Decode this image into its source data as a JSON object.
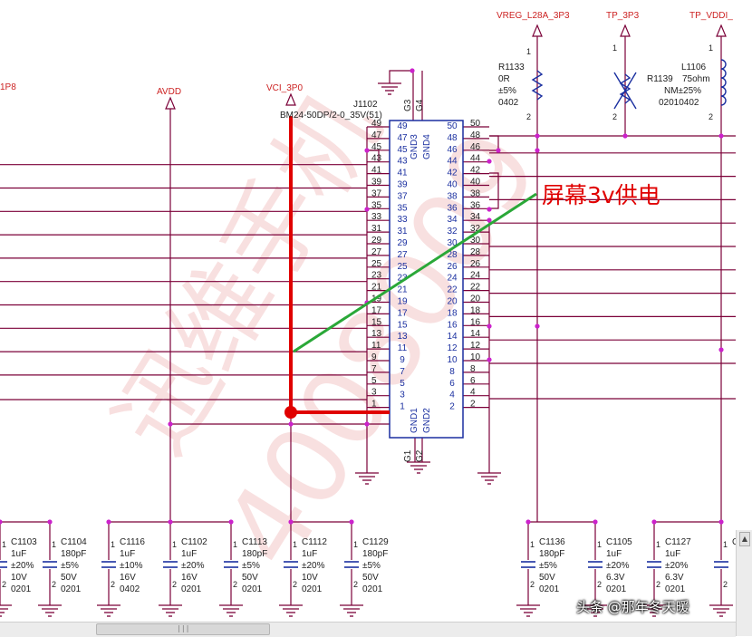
{
  "window": {
    "title": "J1102 schematic"
  },
  "colors": {
    "wire": "#7b0038",
    "component": "#1a2fa0",
    "pin_text": "#1a2fa0",
    "ref_text": "#222222",
    "net_label": "#cc2222",
    "junction": "#cc22cc",
    "highlight_red": "#e00000",
    "annotation_green": "#2aa838",
    "watermark": "#f2c0c0"
  },
  "nets": {
    "vreg": "VREG_L28A_3P3",
    "tp3p3": "TP_3P3",
    "tpvddi": "TP_VDDI_",
    "vci": "VCI_3P0",
    "avdd": "AVDD",
    "left": "1P8"
  },
  "connector": {
    "ref": "J1102",
    "part": "BM24-50DP/2-0_35V(51)",
    "left_pins": [
      "49",
      "47",
      "45",
      "43",
      "41",
      "39",
      "37",
      "35",
      "33",
      "31",
      "29",
      "27",
      "25",
      "23",
      "21",
      "19",
      "17",
      "15",
      "13",
      "11",
      "9",
      "7",
      "5",
      "3",
      "1"
    ],
    "right_pins": [
      "50",
      "48",
      "46",
      "44",
      "42",
      "40",
      "38",
      "36",
      "34",
      "32",
      "30",
      "28",
      "26",
      "24",
      "22",
      "20",
      "18",
      "16",
      "14",
      "12",
      "10",
      "8",
      "6",
      "4",
      "2"
    ],
    "gnd3": "GND3",
    "gnd4": "GND4",
    "gnd1": "GND1",
    "gnd2": "GND2",
    "g3": "G3",
    "g4": "G4",
    "g1": "G1",
    "g2": "G2"
  },
  "components": {
    "r1133": {
      "ref": "R1133",
      "l1": "0R",
      "l2": "±5%",
      "l3": "0402"
    },
    "r1139": {
      "ref": "R1139",
      "l1": "NM±25%",
      "l2": "02010402"
    },
    "l1106": {
      "ref": "L1106",
      "value": "75ohm"
    }
  },
  "annotation": {
    "text": "屏幕3v供电"
  },
  "capacitors": [
    {
      "ref": "C1103",
      "v1": "1uF",
      "v2": "±20%",
      "v3": "10V",
      "v4": "0201"
    },
    {
      "ref": "C1104",
      "v1": "180pF",
      "v2": "±5%",
      "v3": "50V",
      "v4": "0201"
    },
    {
      "ref": "C1116",
      "v1": "1uF",
      "v2": "±10%",
      "v3": "16V",
      "v4": "0402"
    },
    {
      "ref": "C1102",
      "v1": "1uF",
      "v2": "±20%",
      "v3": "16V",
      "v4": "0201"
    },
    {
      "ref": "C1113",
      "v1": "180pF",
      "v2": "±5%",
      "v3": "50V",
      "v4": "0201"
    },
    {
      "ref": "C1112",
      "v1": "1uF",
      "v2": "±20%",
      "v3": "10V",
      "v4": "0201"
    },
    {
      "ref": "C1129",
      "v1": "180pF",
      "v2": "±5%",
      "v3": "50V",
      "v4": "0201"
    },
    {
      "ref": "C1136",
      "v1": "180pF",
      "v2": "±5%",
      "v3": "50V",
      "v4": "0201"
    },
    {
      "ref": "C1105",
      "v1": "1uF",
      "v2": "±20%",
      "v3": "6.3V",
      "v4": "0201"
    },
    {
      "ref": "C1127",
      "v1": "1uF",
      "v2": "±20%",
      "v3": "6.3V",
      "v4": "0201"
    },
    {
      "ref": "C",
      "v1": "",
      "v2": "",
      "v3": "",
      "v4": ""
    }
  ],
  "watermark": {
    "text": "头条 @那年冬天暖"
  }
}
